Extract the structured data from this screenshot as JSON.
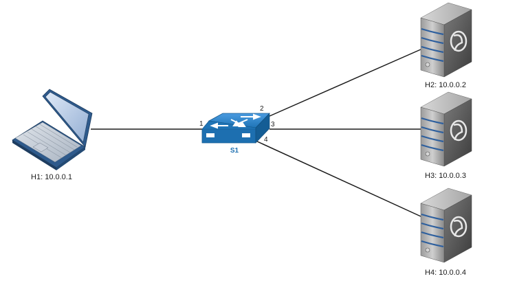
{
  "switch": {
    "label": "S1",
    "ports": {
      "p1": "1",
      "p2": "2",
      "p3": "3",
      "p4": "4"
    },
    "icon": "network-switch-icon",
    "color": "#1f74b6",
    "label_color": "#1d6fb0"
  },
  "hosts": {
    "h1": {
      "label": "H1: 10.0.0.1",
      "icon": "laptop-icon"
    },
    "h2": {
      "label": "H2: 10.0.0.2",
      "icon": "server-icon"
    },
    "h3": {
      "label": "H3: 10.0.0.3",
      "icon": "server-icon"
    },
    "h4": {
      "label": "H4: 10.0.0.4",
      "icon": "server-icon"
    }
  },
  "colors": {
    "link": "#1a1a1a",
    "server_body": "#6e6e6e",
    "server_stripe": "#3b6aa8",
    "laptop_body": "#2e5a8c",
    "laptop_screen": "#9fb5d6"
  }
}
